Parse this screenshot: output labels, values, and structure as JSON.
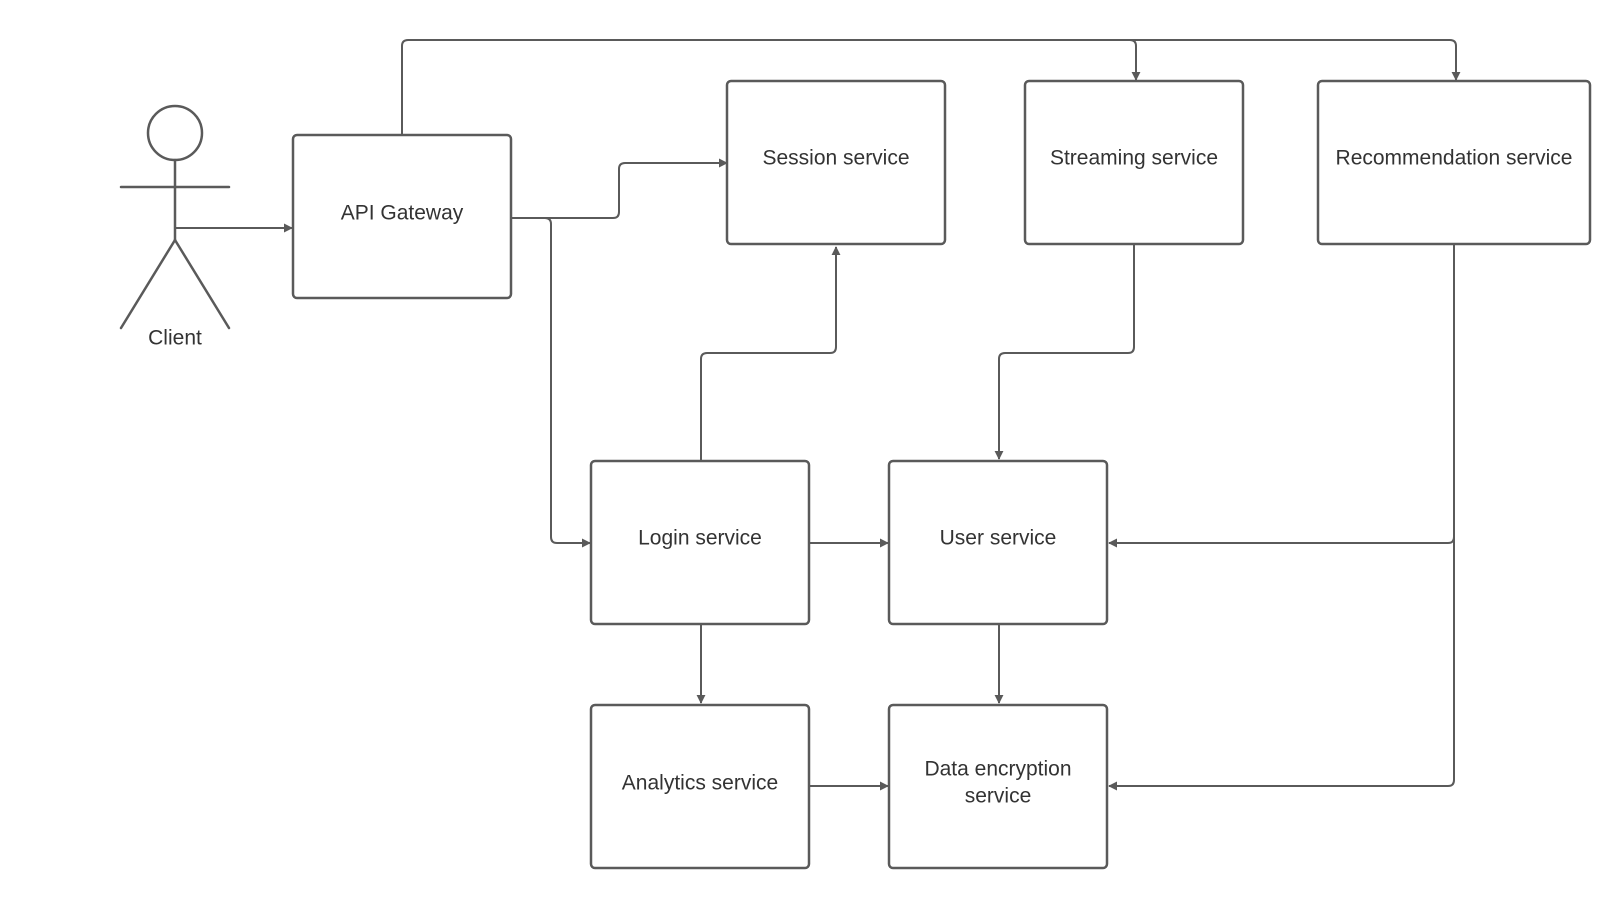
{
  "actor": {
    "label": "Client"
  },
  "nodes": {
    "api_gateway": {
      "label": "API Gateway"
    },
    "session": {
      "label": "Session service"
    },
    "streaming": {
      "label": "Streaming service"
    },
    "recommendation": {
      "label": "Recommendation service"
    },
    "login": {
      "label": "Login service"
    },
    "user": {
      "label": "User service"
    },
    "analytics": {
      "label": "Analytics service"
    },
    "encryption": {
      "label_line1": "Data encryption",
      "label_line2": "service"
    }
  },
  "colors": {
    "stroke": "#5a5a5a",
    "text": "#333333",
    "background": "#ffffff"
  }
}
